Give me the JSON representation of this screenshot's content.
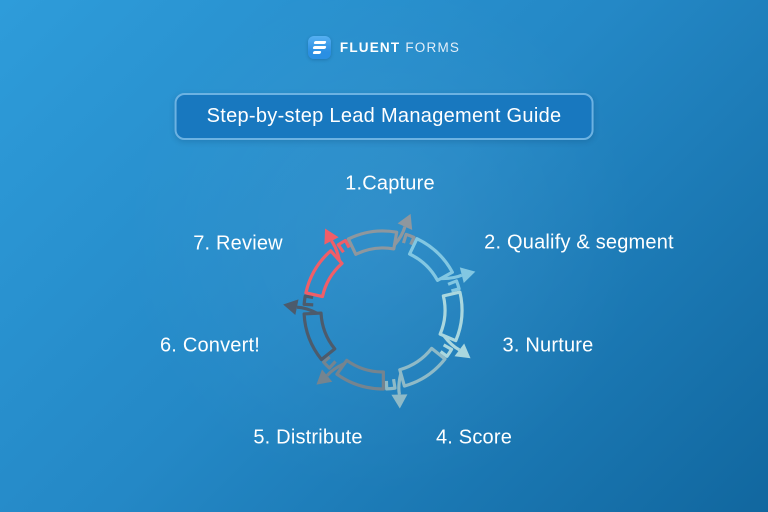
{
  "brand": {
    "name_bold": "FLUENT",
    "name_light": "FORMS"
  },
  "header": {
    "title": "Step-by-step Lead Management Guide"
  },
  "colors": {
    "bg_top": "#2e9cda",
    "bg_bottom": "#11679f",
    "title_box_bg": "#1878bf",
    "title_box_border": "#6cb2e2",
    "text": "#ffffff",
    "brand_icon": "#2a8fe3"
  },
  "diagram": {
    "type": "circular-process",
    "direction": "clockwise",
    "step_count": 7
  },
  "steps": [
    {
      "label": "1.Capture",
      "color": "#8e979e"
    },
    {
      "label": "2. Qualify & segment",
      "color": "#82c7e2"
    },
    {
      "label": "3. Nurture",
      "color": "#aad7de"
    },
    {
      "label": "4. Score",
      "color": "#8fbac7"
    },
    {
      "label": "5. Distribute",
      "color": "#75848f"
    },
    {
      "label": "6. Convert!",
      "color": "#4c5b6c"
    },
    {
      "label": "7. Review",
      "color": "#f05e68"
    }
  ]
}
